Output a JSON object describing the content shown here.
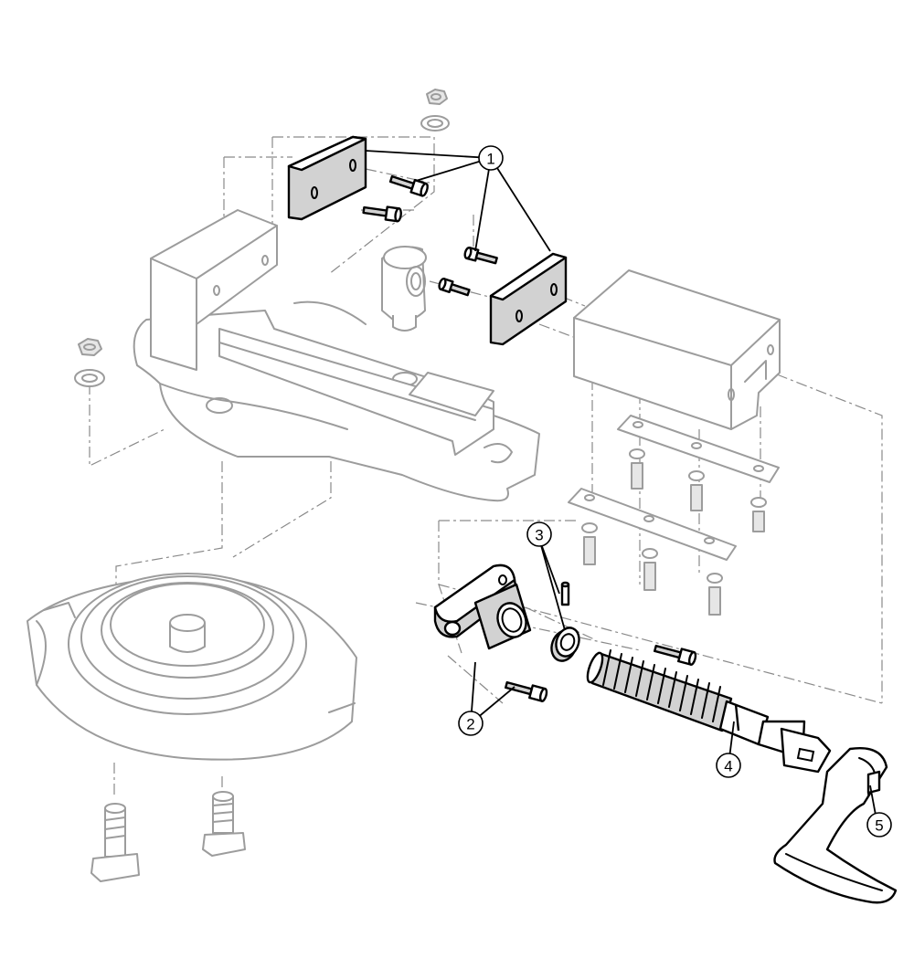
{
  "diagram": {
    "callouts": [
      {
        "id": "1",
        "label": "1"
      },
      {
        "id": "2",
        "label": "2"
      },
      {
        "id": "3",
        "label": "3"
      },
      {
        "id": "4",
        "label": "4"
      },
      {
        "id": "5",
        "label": "5"
      }
    ],
    "colors": {
      "highlighted_parts": "#000000",
      "context_parts": "#9c9c9c",
      "background": "#ffffff"
    }
  }
}
